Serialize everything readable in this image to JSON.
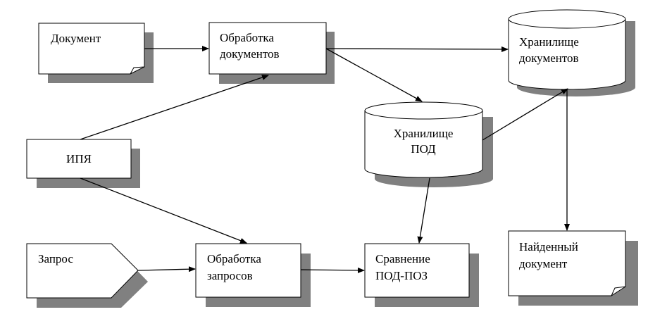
{
  "nodes": {
    "document": {
      "label": "Документ"
    },
    "doc_processing": {
      "line1": "Обработка",
      "line2": "документов"
    },
    "doc_storage": {
      "line1": "Хранилище",
      "line2": "документов"
    },
    "pod_storage": {
      "line1": "Хранилище",
      "line2": "ПОД"
    },
    "ipya": {
      "label": "ИПЯ"
    },
    "query": {
      "label": "Запрос"
    },
    "query_processing": {
      "line1": "Обработка",
      "line2": "запросов"
    },
    "comparison": {
      "line1": "Сравнение",
      "line2": "ПОД-ПОЗ"
    },
    "found_document": {
      "line1": "Найденный",
      "line2": "документ"
    }
  },
  "edges": [
    {
      "from": "document",
      "to": "doc_processing"
    },
    {
      "from": "doc_processing",
      "to": "doc_storage"
    },
    {
      "from": "doc_processing",
      "to": "pod_storage"
    },
    {
      "from": "ipya",
      "to": "doc_processing"
    },
    {
      "from": "ipya",
      "to": "query_processing"
    },
    {
      "from": "query",
      "to": "query_processing"
    },
    {
      "from": "query_processing",
      "to": "comparison"
    },
    {
      "from": "pod_storage",
      "to": "comparison"
    },
    {
      "from": "pod_storage",
      "to": "doc_storage"
    },
    {
      "from": "doc_storage",
      "to": "found_document"
    }
  ]
}
